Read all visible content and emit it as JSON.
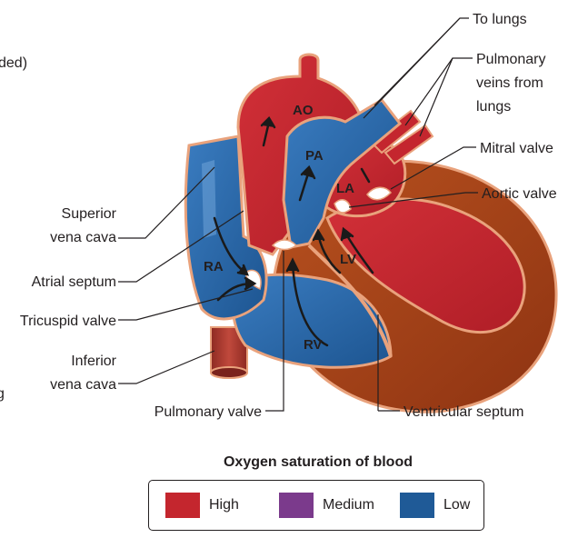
{
  "labels": {
    "to_lungs": "To lungs",
    "pulmonary_veins_l1": "Pulmonary",
    "pulmonary_veins_l2": "veins from",
    "pulmonary_veins_l3": "lungs",
    "mitral_valve": "Mitral valve",
    "aortic_valve": "Aortic valve",
    "superior_vena_cava_l1": "Superior",
    "superior_vena_cava_l2": "vena cava",
    "atrial_septum": "Atrial septum",
    "tricuspid_valve": "Tricuspid valve",
    "inferior_vena_cava_l1": "Inferior",
    "inferior_vena_cava_l2": "vena cava",
    "pulmonary_valve": "Pulmonary valve",
    "ventricular_septum": "Ventricular septum",
    "cut_off_top": "ded)",
    "cut_off_bottom": "g"
  },
  "chambers": {
    "ao": "AO",
    "pa": "PA",
    "la": "LA",
    "lv": "LV",
    "ra": "RA",
    "rv": "RV"
  },
  "legend": {
    "title": "Oxygen saturation of blood",
    "items": [
      {
        "label": "High",
        "color": "#c4262e"
      },
      {
        "label": "Medium",
        "color": "#7b3a8c"
      },
      {
        "label": "Low",
        "color": "#1f5a97"
      }
    ]
  },
  "colors": {
    "oxygenated": "#c4262e",
    "deoxygenated": "#2f6fae",
    "muscle": "#a8471f",
    "wall_edge": "#e9a27c"
  }
}
